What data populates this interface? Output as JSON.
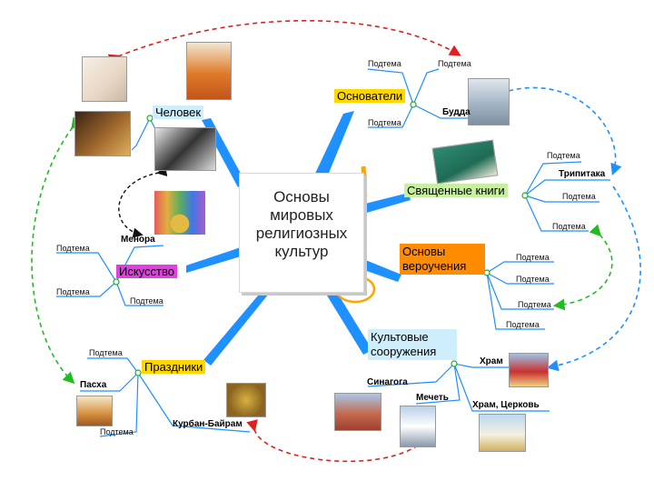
{
  "center": {
    "title": "Основы\nмировых\nрелигиозных\nкультур"
  },
  "branches": {
    "founders": {
      "title": "Основатели",
      "color": "#ffd700",
      "subtopics": [
        "Подтема",
        "Подтема",
        "Подтема"
      ],
      "leaves": [
        "Будда"
      ]
    },
    "books": {
      "title": "Священные книги",
      "color": "#c6f0a0",
      "subtopics": [
        "Подтема",
        "Подтема",
        "Подтема"
      ],
      "leaves": [
        "Трипитака"
      ]
    },
    "creeds": {
      "title": "Основы вероучения",
      "color": "#ff8c00",
      "subtopics": [
        "Подтема",
        "Подтема",
        "Подтема",
        "Подтема"
      ]
    },
    "temples": {
      "title": "Культовые сооружения",
      "color": "#cfeefb",
      "leaves": [
        "Храм",
        "Синагога",
        "Мечеть",
        "Храм, Церковь"
      ]
    },
    "holidays": {
      "title": "Праздники",
      "color": "#ffd700",
      "subtopics": [
        "Подтема",
        "Подтема"
      ],
      "leaves": [
        "Пасха",
        "Курбан-Байрам"
      ]
    },
    "art": {
      "title": "Искусство",
      "color": "#e040e0",
      "subtopics": [
        "Подтема",
        "Подтема",
        "Подтема"
      ],
      "leaves": [
        "Менора"
      ]
    },
    "person": {
      "title": "Человек",
      "color": "#cfeefb"
    }
  },
  "colors": {
    "branch_line": "#1e90ff",
    "dashed_red": "#e02020",
    "dashed_green": "#22bb22",
    "dashed_blue": "#1e90ff"
  },
  "icons": [
    "angels-picture",
    "monk-picture",
    "icon-painting-picture",
    "worshipper-picture",
    "buddha-picture",
    "book-picture",
    "menorah-picture",
    "easter-picture",
    "kurban-picture",
    "temple-picture",
    "synagogue-picture",
    "mosque-picture",
    "church-picture"
  ]
}
